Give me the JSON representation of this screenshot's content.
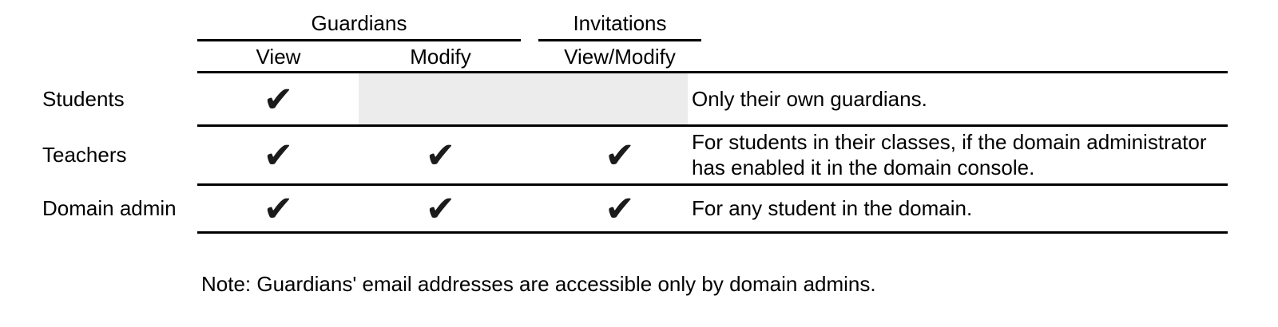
{
  "table": {
    "column_groups": [
      {
        "label": "Guardians"
      },
      {
        "label": "Invitations"
      }
    ],
    "columns": [
      {
        "label": "View"
      },
      {
        "label": "Modify"
      },
      {
        "label": "View/Modify"
      }
    ],
    "check_glyph": "✔",
    "rows": [
      {
        "label": "Students",
        "cells": [
          "✔",
          "",
          ""
        ],
        "not_applicable_cells": [
          "Modify",
          "View/Modify"
        ],
        "note": "Only their own guardians."
      },
      {
        "label": "Teachers",
        "cells": [
          "✔",
          "✔",
          "✔"
        ],
        "note": "For students in their classes, if the domain administrator has enabled it in the domain console."
      },
      {
        "label": "Domain admin",
        "cells": [
          "✔",
          "✔",
          "✔"
        ],
        "note": "For any student in the domain."
      }
    ]
  },
  "footnote": "Note: Guardians' email addresses are accessible only by domain admins.",
  "colors": {
    "background": "#ffffff",
    "text": "#000000",
    "rule": "#000000",
    "check": "#1b1b1b",
    "disabled_cell": "#ececec"
  }
}
